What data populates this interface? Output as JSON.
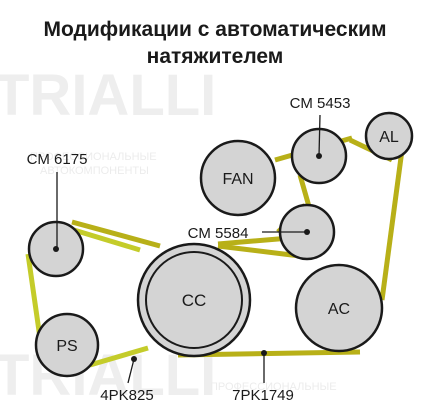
{
  "title": {
    "line1": "Модификации с автоматическим",
    "line2": "натяжителем"
  },
  "watermark": {
    "brand": "TRIALLI",
    "tagline1": "ПРОФЕССИОНАЛЬНЫЕ",
    "tagline2": "АВТОКОМПОНЕНТЫ"
  },
  "pulleys": {
    "fan": "FAN",
    "al": "AL",
    "cc": "CC",
    "ac": "AC",
    "ps": "PS"
  },
  "callouts": {
    "cm6175": "CM 6175",
    "cm5453": "CM 5453",
    "cm5584": "CM 5584",
    "belt_short": "4PK825",
    "belt_long": "7PK1749"
  },
  "colors": {
    "pulley_fill": "#d4d4d4",
    "pulley_stroke": "#1a1a1a",
    "belt_ps": "#c4cc2a",
    "belt_main": "#b8b018",
    "background": "#ffffff"
  }
}
